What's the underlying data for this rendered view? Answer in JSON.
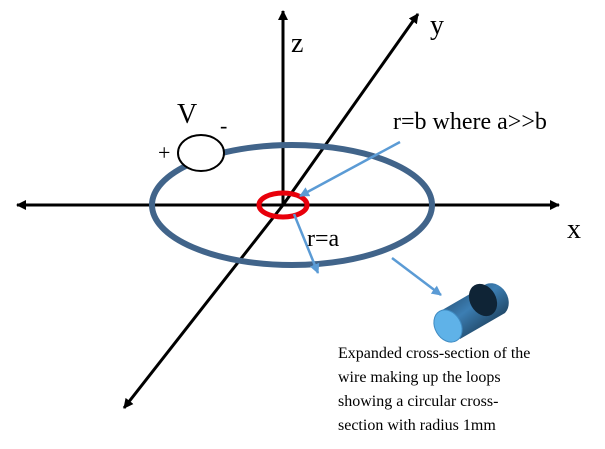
{
  "labels": {
    "z": "z",
    "y": "y",
    "x": "x",
    "voltage": "V",
    "plus": "+",
    "minus": "-",
    "r_b": "r=b where a>>b",
    "r_a": "r=a"
  },
  "caption_lines": [
    "Expanded cross-section of the",
    "wire making up the loops",
    "showing a circular cross-",
    "section with radius 1mm"
  ],
  "colors": {
    "loop": "#41648a",
    "arrow": "#5b9bd5",
    "inner_ring": "#e8000b",
    "axis": "#000000",
    "cylinder_light": "#5fb2e8",
    "cylinder_dark": "#0b1d2c"
  }
}
